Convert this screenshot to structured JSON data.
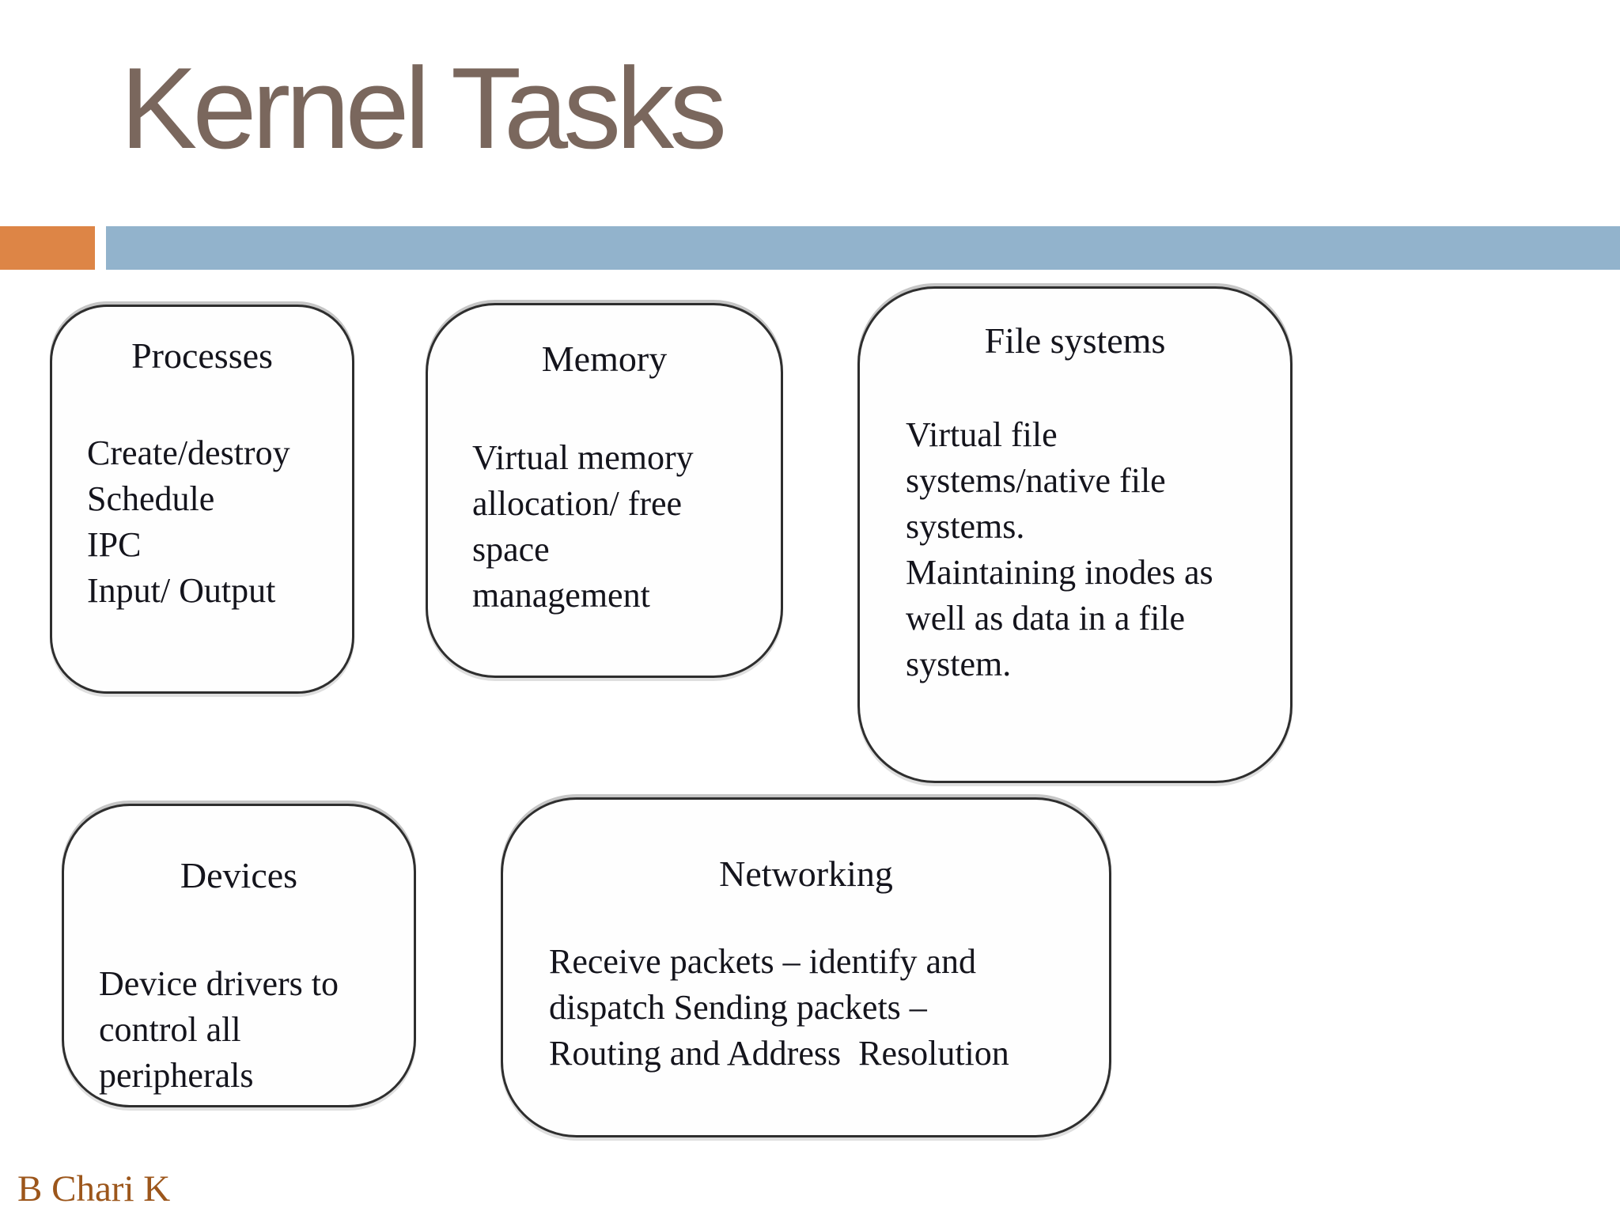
{
  "slide": {
    "title": "Kernel Tasks",
    "footer": "B Chari K",
    "accent_colors": {
      "orange": "#dd8546",
      "blue": "#92b3cc",
      "title_text": "#7a675d",
      "footer_text": "#9c561b",
      "box_border": "#2e2e2e",
      "box_text": "#14141c"
    }
  },
  "boxes": [
    {
      "id": "processes",
      "title": "Processes",
      "body": "Create/destroy\nSchedule\nIPC\nInput/ Output"
    },
    {
      "id": "memory",
      "title": "Memory",
      "body": "Virtual memory\nallocation/ free\nspace\nmanagement"
    },
    {
      "id": "file-systems",
      "title": "File systems",
      "body": "Virtual file\nsystems/native file\nsystems.\nMaintaining inodes as\nwell as data in a file\nsystem."
    },
    {
      "id": "devices",
      "title": "Devices",
      "body": "Device drivers to\ncontrol all\nperipherals"
    },
    {
      "id": "networking",
      "title": "Networking",
      "body": "Receive packets – identify and\ndispatch Sending packets –\nRouting and Address  Resolution"
    }
  ]
}
